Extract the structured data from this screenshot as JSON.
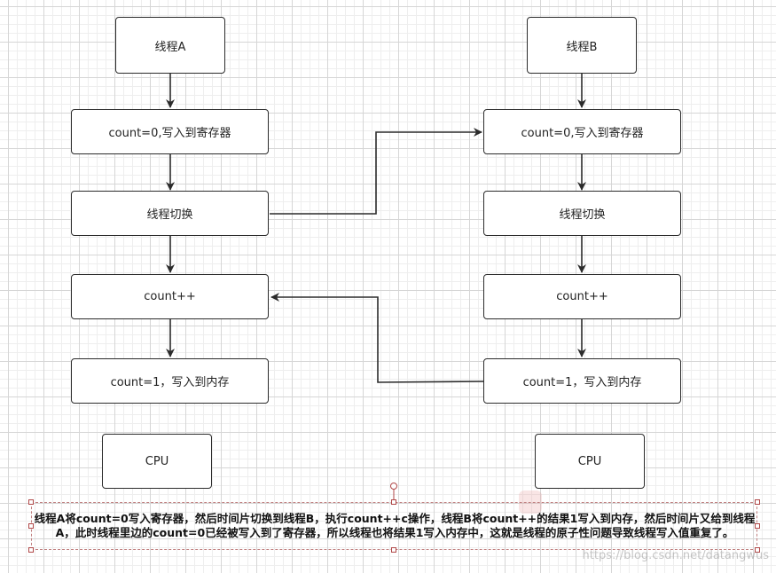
{
  "left_column": {
    "thread": "线程A",
    "step1": "count=0,写入到寄存器",
    "step2": "线程切换",
    "step3": "count++",
    "step4": "count=1，写入到内存",
    "cpu": "CPU"
  },
  "right_column": {
    "thread": "线程B",
    "step1": "count=0,写入到寄存器",
    "step2": "线程切换",
    "step3": "count++",
    "step4": "count=1，写入到内存",
    "cpu": "CPU"
  },
  "description": "线程A将count=0写入寄存器，然后时间片切换到线程B，执行count++c操作，线程B将count++的结果1写入到内存，然后时间片又给到线程A，此时线程里边的count=0已经被写入到了寄存器，所以线程也将结果1写入内存中，这就是线程的原子性问题导致线程写入值重复了。",
  "watermark": "https://blog.csdn.net/datangwus"
}
